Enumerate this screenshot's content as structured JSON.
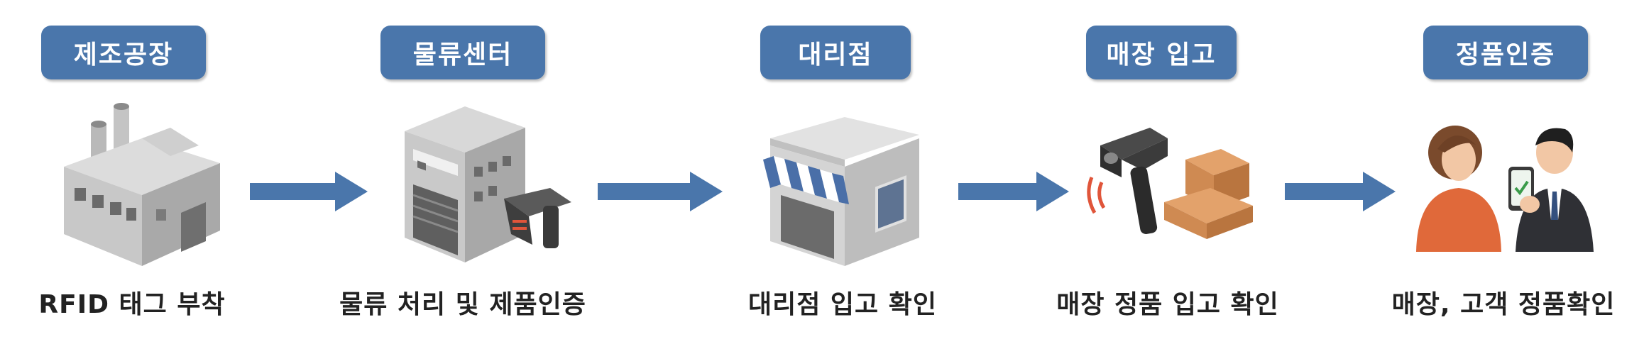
{
  "steps": [
    {
      "title": "제조공장",
      "caption": "RFID 태그 부착"
    },
    {
      "title": "물류센터",
      "caption": "물류 처리 및 제품인증"
    },
    {
      "title": "대리점",
      "caption": "대리점 입고 확인"
    },
    {
      "title": "매장 입고",
      "caption": "매장 정품 입고 확인"
    },
    {
      "title": "정품인증",
      "caption": "매장, 고객 정품확인"
    }
  ],
  "colors": {
    "badge": "#4a76ab",
    "arrow": "#4a76ab"
  }
}
